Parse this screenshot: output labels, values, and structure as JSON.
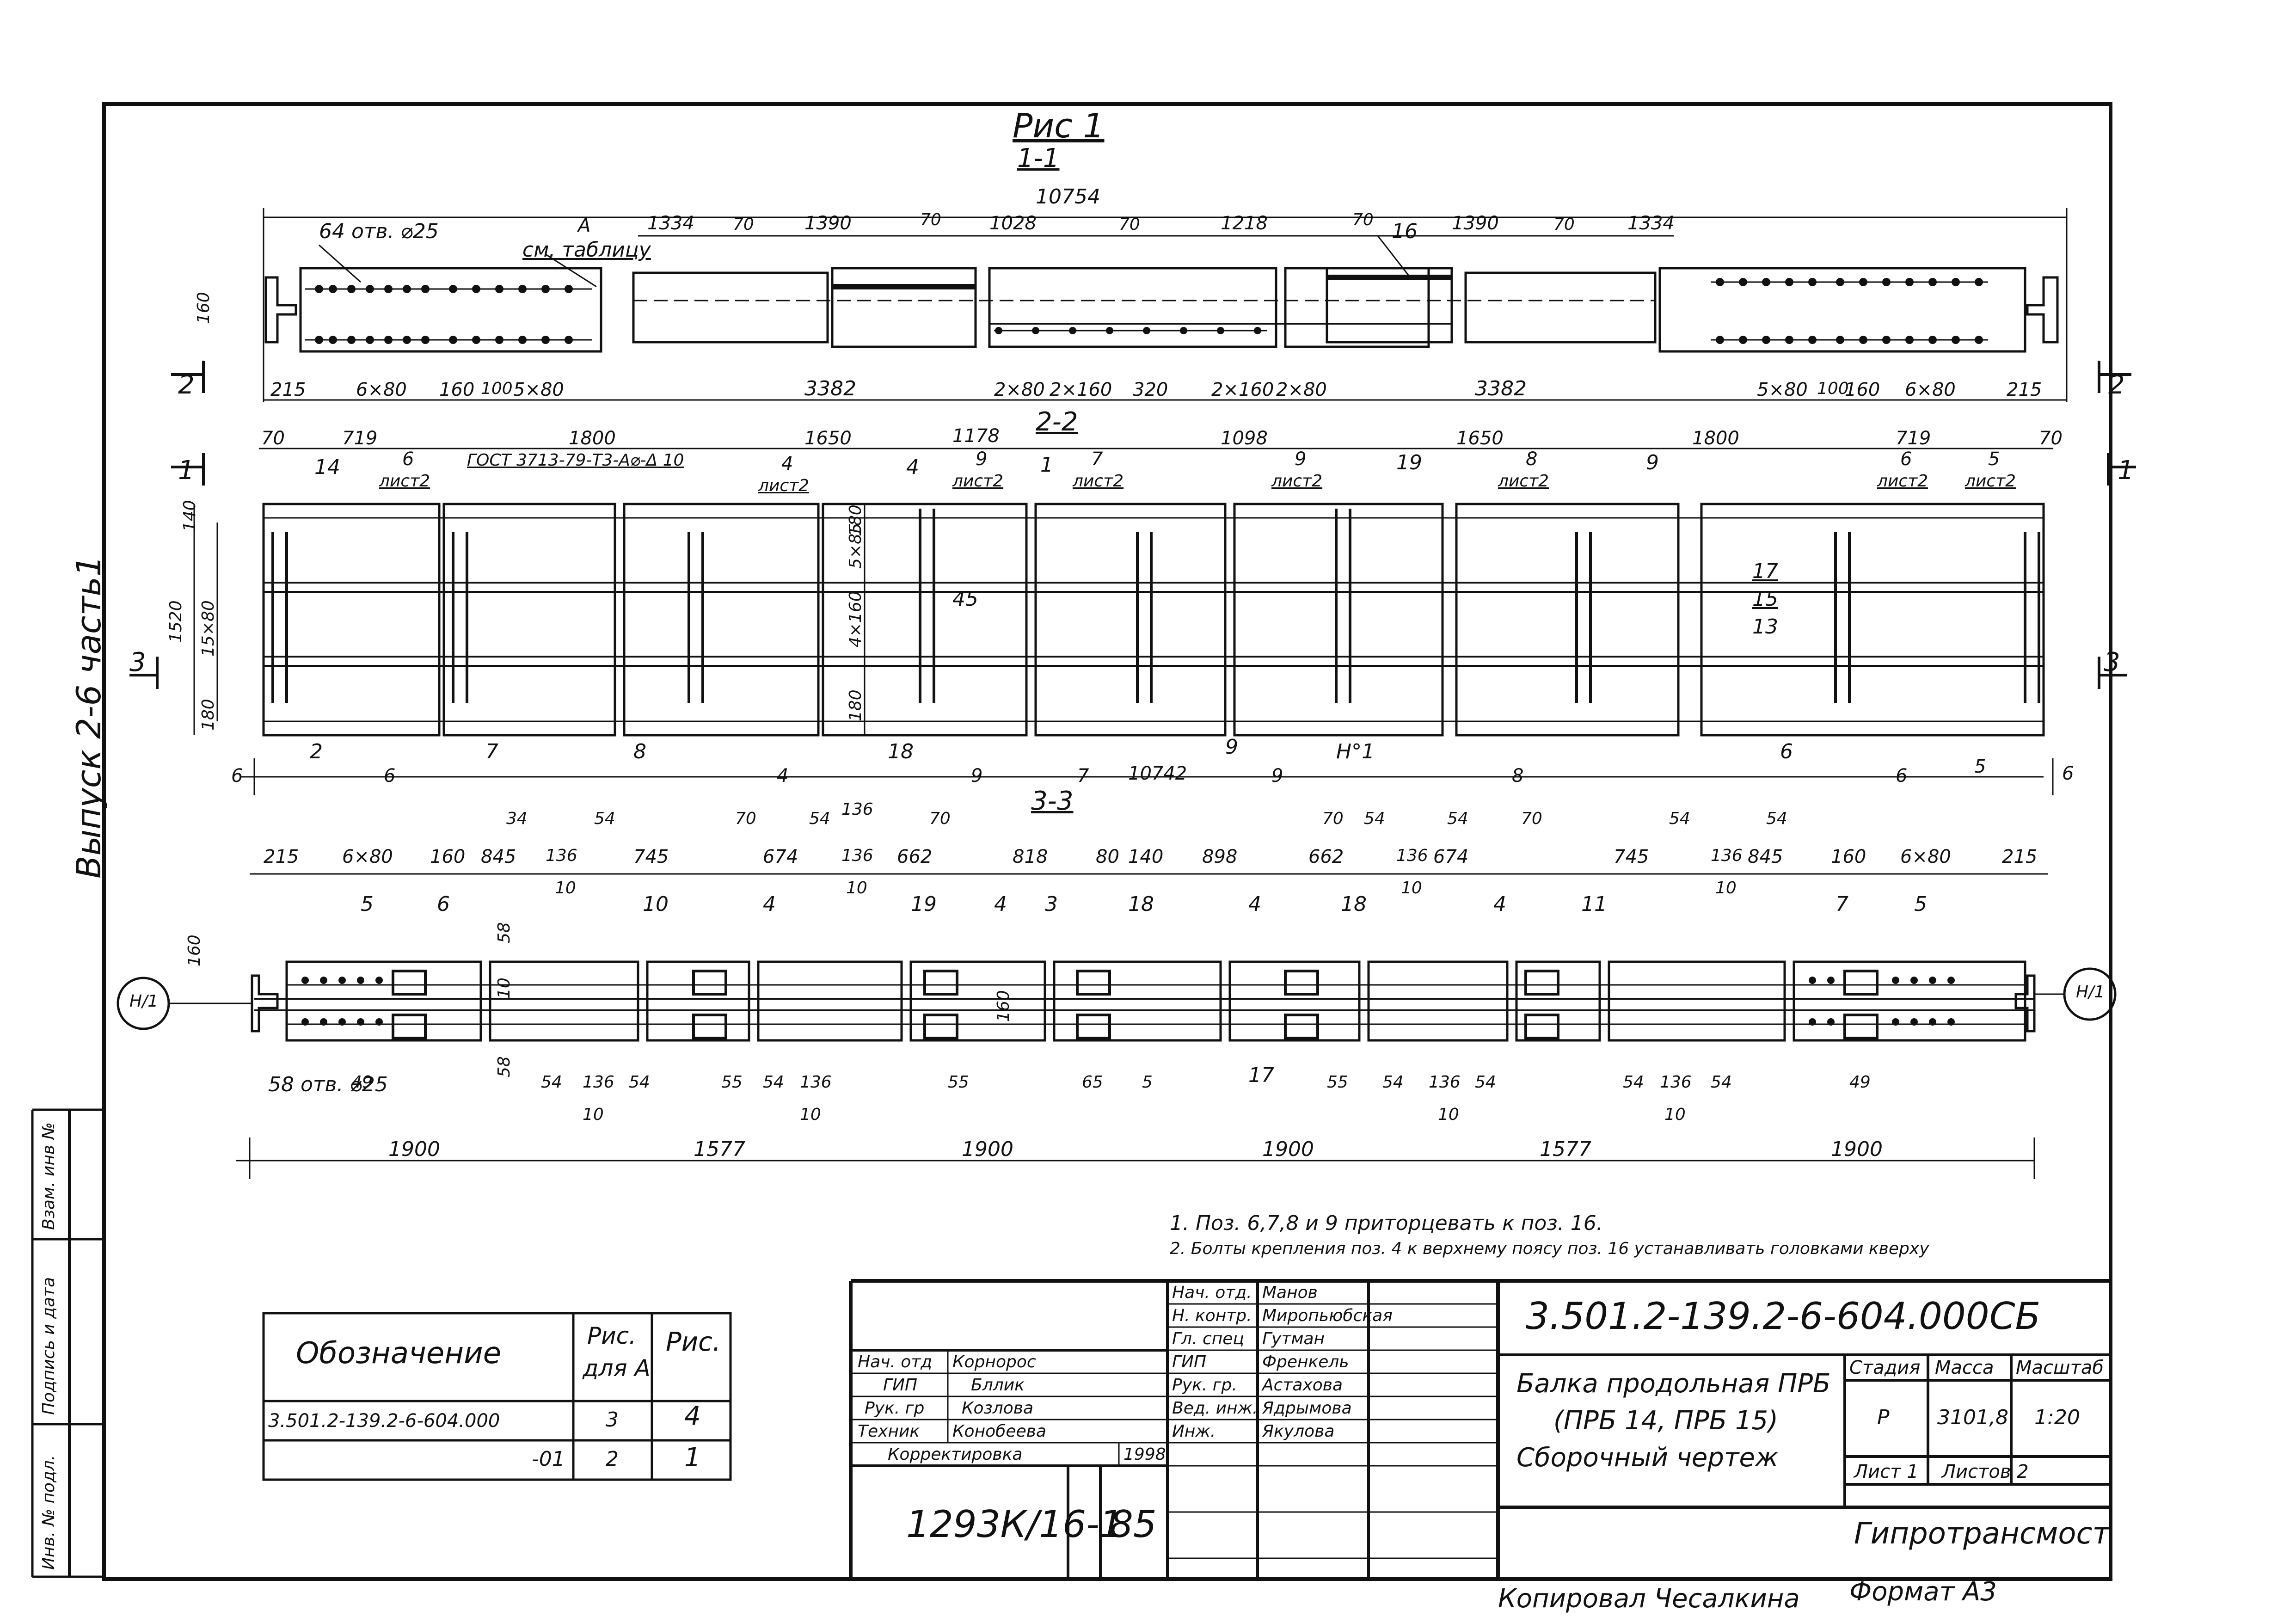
{
  "figure": {
    "title": "Рис 1",
    "section_top": "1-1",
    "section_mid": "2-2",
    "section_bot": "3-3"
  },
  "top_view": {
    "overall": "10754",
    "holes_note": "64 отв. ⌀25",
    "see_table": "см. таблицу",
    "mark_a": "А",
    "mark_16": "16",
    "height": "160",
    "top_dims": [
      "1334",
      "70",
      "1390",
      "70",
      "1028",
      "70",
      "1218",
      "70",
      "1390",
      "70",
      "1334"
    ],
    "bottom_dims": [
      "215",
      "6×80",
      "160",
      "100",
      "5×80",
      "3382",
      "2×80",
      "2×160",
      "320",
      "2×160",
      "2×80",
      "3382",
      "5×80",
      "100",
      "160",
      "6×80",
      "215"
    ],
    "cut_left": "2",
    "cut_right": "2"
  },
  "mid_view": {
    "top_dims": [
      "70",
      "719",
      "1800",
      "1650",
      "1178",
      "1098",
      "1650",
      "1800",
      "719",
      "70"
    ],
    "gost": "ГОСТ 3713-79-Т3-А⌀-Δ 10",
    "sheet_refs": [
      {
        "num": "6",
        "sheet": "лист2"
      },
      {
        "num": "4",
        "sheet": "лист2"
      },
      {
        "num": "9",
        "sheet": "лист2"
      },
      {
        "num": "7",
        "sheet": "лист2"
      },
      {
        "num": "9",
        "sheet": "лист2"
      },
      {
        "num": "8",
        "sheet": "лист2"
      },
      {
        "num": "6",
        "sheet": "лист2"
      },
      {
        "num": "5",
        "sheet": "лист2"
      }
    ],
    "left_dims": [
      "140",
      "1520",
      "15×80",
      "180"
    ],
    "inner_dims": [
      "5×85",
      "180",
      "4×160",
      "180"
    ],
    "callouts": [
      "14",
      "4",
      "1",
      "19",
      "9",
      "45",
      "17",
      "15",
      "13",
      "2",
      "7",
      "8",
      "18",
      "9",
      "Н°1",
      "6"
    ],
    "bottom_marks": [
      "6",
      "6",
      "4",
      "9",
      "7",
      "9",
      "8",
      "6",
      "5",
      "6"
    ],
    "length": "10742",
    "cut_1_left": "1",
    "cut_1_right": "1",
    "cut_3_left": "3",
    "cut_3_right": "3"
  },
  "bot_view": {
    "top_dims": [
      "215",
      "6×80",
      "160",
      "845",
      "745",
      "674",
      "662",
      "818",
      "80",
      "140",
      "898",
      "662",
      "674",
      "745",
      "845",
      "160",
      "6×80",
      "215"
    ],
    "upper_dims": [
      "34",
      "54",
      "70",
      "54",
      "70",
      "70",
      "54",
      "54",
      "70",
      "54",
      "54"
    ],
    "small_dims": [
      "136",
      "136",
      "136",
      "136",
      "136",
      "10",
      "10",
      "10",
      "10",
      "58",
      "58",
      "10"
    ],
    "callouts": [
      "5",
      "6",
      "10",
      "4",
      "19",
      "4",
      "3",
      "18",
      "4",
      "18",
      "4",
      "11",
      "7",
      "5",
      "17"
    ],
    "holes_note": "58 отв. ⌀25",
    "lower_dims": [
      "49",
      "54",
      "136",
      "54",
      "55",
      "54",
      "136",
      "55",
      "65",
      "5",
      "55",
      "54",
      "136",
      "54",
      "54",
      "136",
      "54",
      "49",
      "10",
      "10",
      "10",
      "10"
    ],
    "totals": [
      "1900",
      "1577",
      "1900",
      "1900",
      "1577",
      "1900"
    ],
    "node_left": "Н/1",
    "node_right": "Н/1",
    "height": "160",
    "h160b": "160"
  },
  "notes": [
    "1. Поз. 6,7,8 и 9 приторцевать к поз. 16.",
    "2. Болты крепления поз. 4 к верхнему поясу поз. 16 устанавливать головками кверху"
  ],
  "vertical_left": "Выпуск 2-6 часть1",
  "left_strip": [
    "Инв. № подл.",
    "Подпись и дата",
    "Взам. инв №"
  ],
  "spec_table": {
    "h1": "Обозначение",
    "h2a": "Рис.",
    "h2b": "для А",
    "h3": "Рис.",
    "rows": [
      {
        "des": "3.501.2-139.2-6-604.000",
        "a": "3",
        "b": "4"
      },
      {
        "des": "-01",
        "a": "2",
        "b": "1"
      }
    ]
  },
  "sign_left": {
    "rows": [
      {
        "role": "Нач. отд",
        "name": "Корнорос"
      },
      {
        "role": "ГИП",
        "name": "Бллик"
      },
      {
        "role": "Рук. гр",
        "name": "Козлова"
      },
      {
        "role": "Техник",
        "name": "Конобеева"
      }
    ],
    "corr": "Корректировка",
    "year": "1998",
    "stamp": "1293К/16-1",
    "num": "85"
  },
  "sign_right": {
    "rows": [
      {
        "role": "Нач. отд.",
        "name": "Манов"
      },
      {
        "role": "Н. контр.",
        "name": "Миропьюбская"
      },
      {
        "role": "Гл. спец",
        "name": "Гутман"
      },
      {
        "role": "ГИП",
        "name": "Френкель"
      },
      {
        "role": "Рук. гр.",
        "name": "Астахова"
      },
      {
        "role": "Вед. инж.",
        "name": "Ядрымова"
      },
      {
        "role": "Инж.",
        "name": "Якулова"
      }
    ]
  },
  "title_block": {
    "code": "3.501.2-139.2-6-604.000СБ",
    "name1": "Балка продольная ПРБ",
    "name2": "(ПРБ 14, ПРБ 15)",
    "name3": "Сборочный чертеж",
    "stage_h": "Стадия",
    "mass_h": "Масса",
    "scale_h": "Масштаб",
    "stage": "Р",
    "mass": "3101,8",
    "scale": "1:20",
    "sheet": "Лист 1",
    "sheets": "Листов 2",
    "org": "Гипротрансмост"
  },
  "footer": {
    "copied": "Копировал Чесалкина",
    "format": "Формат А3"
  }
}
